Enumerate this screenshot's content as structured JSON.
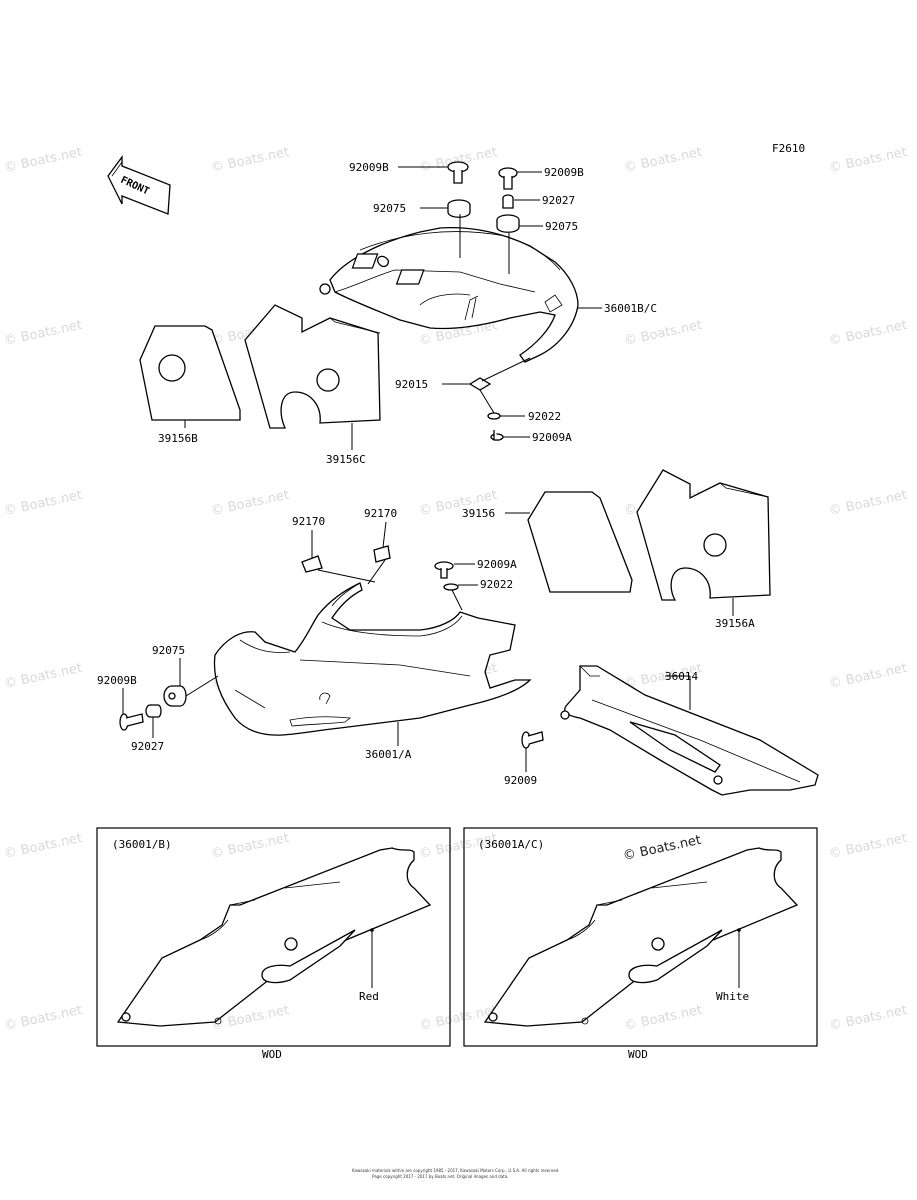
{
  "figure_code": "F2610",
  "front_arrow_label": "FRONT",
  "watermark": "© Boats.net",
  "labels": {
    "l92009B_a": "92009B",
    "l92009B_b": "92009B",
    "l92027_a": "92027",
    "l92075_a": "92075",
    "l92075_b": "92075",
    "l36001BC": "36001B/C",
    "l92015": "92015",
    "l92022_a": "92022",
    "l92009A_a": "92009A",
    "l39156B": "39156B",
    "l39156C": "39156C",
    "l92170_a": "92170",
    "l92170_b": "92170",
    "l39156": "39156",
    "l92009A_b": "92009A",
    "l92022_b": "92022",
    "l39156A": "39156A",
    "l92075_c": "92075",
    "l92009B_c": "92009B",
    "l92027_b": "92027",
    "l36001A": "36001/A",
    "l36014": "36014",
    "l92009": "92009"
  },
  "inset_left": {
    "title": "(36001/B)",
    "color_label": "Red",
    "caption": "WOD"
  },
  "inset_right": {
    "title": "(36001A/C)",
    "color_label": "White",
    "caption": "WOD",
    "watermark": "© Boats.net"
  },
  "footer": {
    "line1": "Kawasaki materials within are copyright 1985 - 2017, Kawasaki Motors Corp., U.S.A. All rights reserved.",
    "line2": "Page copyright 2017 - 2017 by Boats.net. Original images and data."
  }
}
